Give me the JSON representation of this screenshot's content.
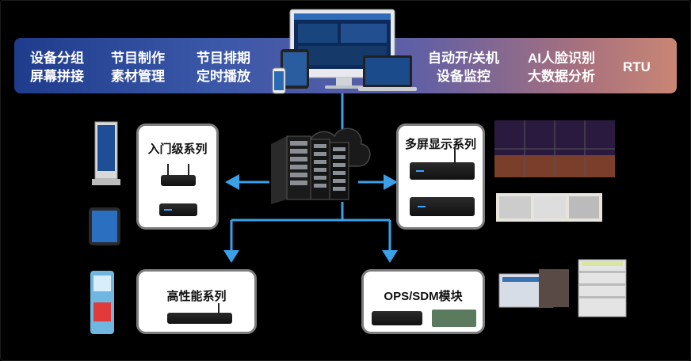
{
  "banner": {
    "features": [
      {
        "line1": "设备分组",
        "line2": "屏幕拼接"
      },
      {
        "line1": "节目制作",
        "line2": "素材管理"
      },
      {
        "line1": "节目排期",
        "line2": "定时播放"
      },
      {
        "line1": "自动开/关机",
        "line2": "设备监控"
      },
      {
        "line1": "AI人脸识别",
        "line2": "大数据分析"
      },
      {
        "line1": "RTU",
        "line2": ""
      }
    ]
  },
  "boxes": {
    "entry": "入门级系列",
    "multi": "多屏显示系列",
    "high": "高性能系列",
    "ops": "OPS/SDM模块"
  },
  "colors": {
    "arrow": "#2c8be0",
    "connector": "#3aa0e8",
    "box_border": "#7d7d7d"
  },
  "icons": [
    "server-rack-icon",
    "cloud-icon",
    "monitor-icon",
    "laptop-icon",
    "tablet-icon",
    "phone-icon",
    "kiosk-icon",
    "video-wall-icon",
    "shelf-display-icon"
  ]
}
